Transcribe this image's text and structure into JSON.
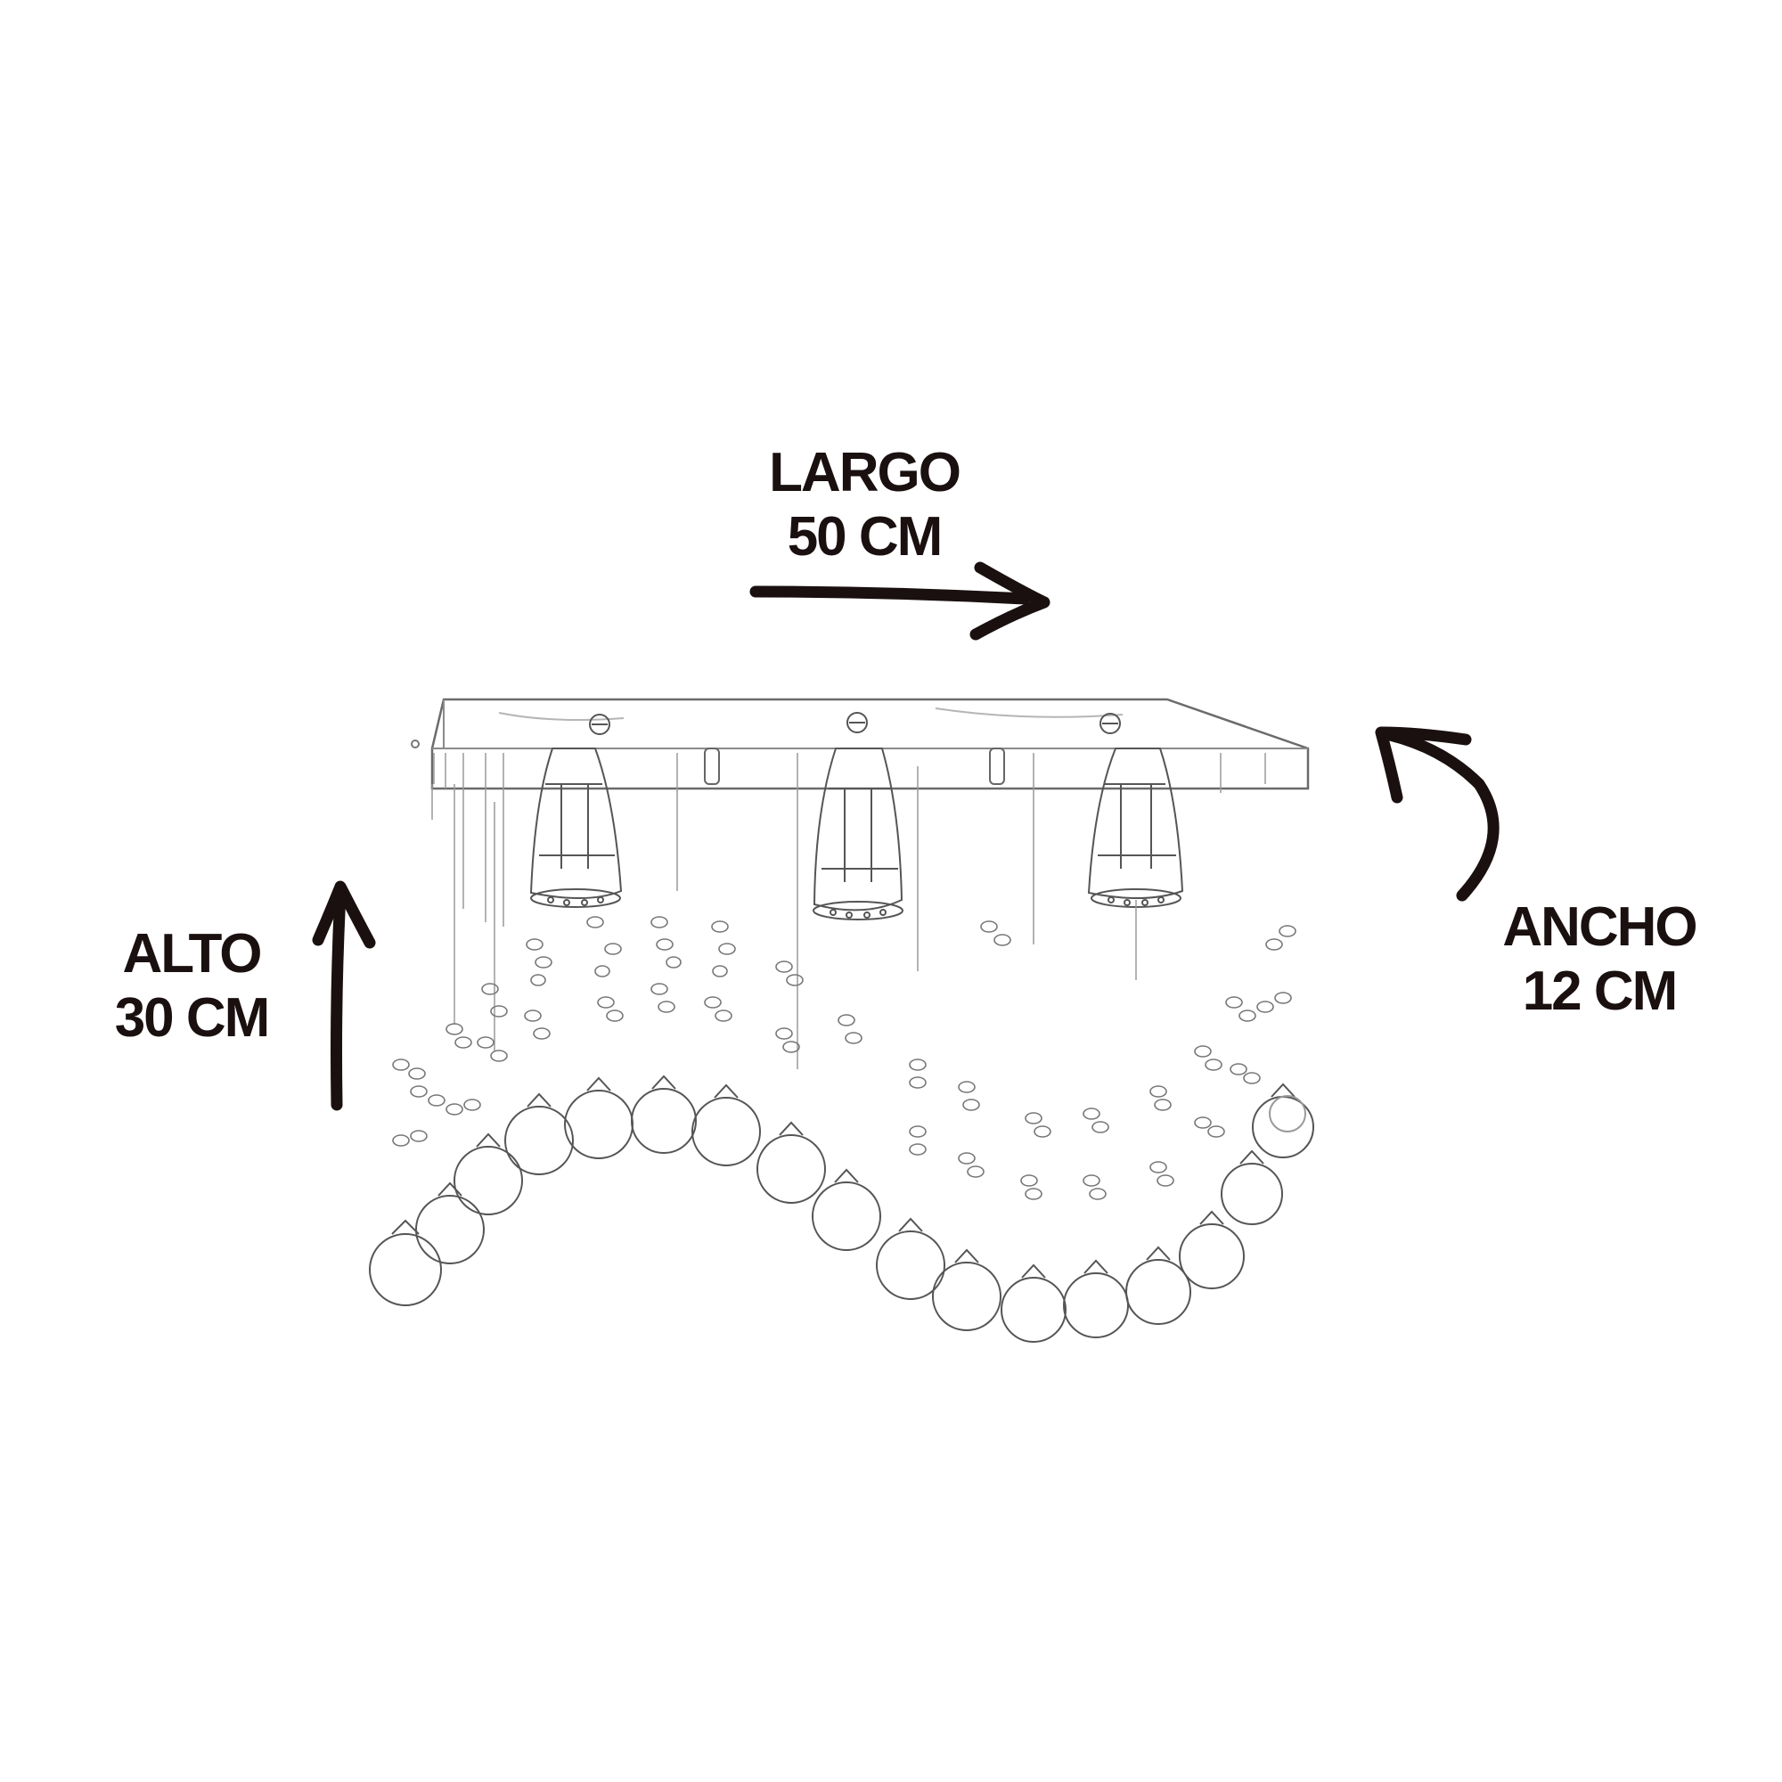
{
  "dimensions": {
    "largo": {
      "label": "LARGO",
      "value": "50 CM"
    },
    "alto": {
      "label": "ALTO",
      "value": "30 CM"
    },
    "ancho": {
      "label": "ANCHO",
      "value": "12 CM"
    }
  },
  "colors": {
    "ink": "#1a1010",
    "sketch": "#6b6b6b",
    "sketch_light": "#a9a9a9"
  },
  "icons": {
    "largo_arrow": "arrow-right-icon",
    "alto_arrow": "arrow-up-icon",
    "ancho_arrow": "curved-arrow-up-left-icon"
  }
}
